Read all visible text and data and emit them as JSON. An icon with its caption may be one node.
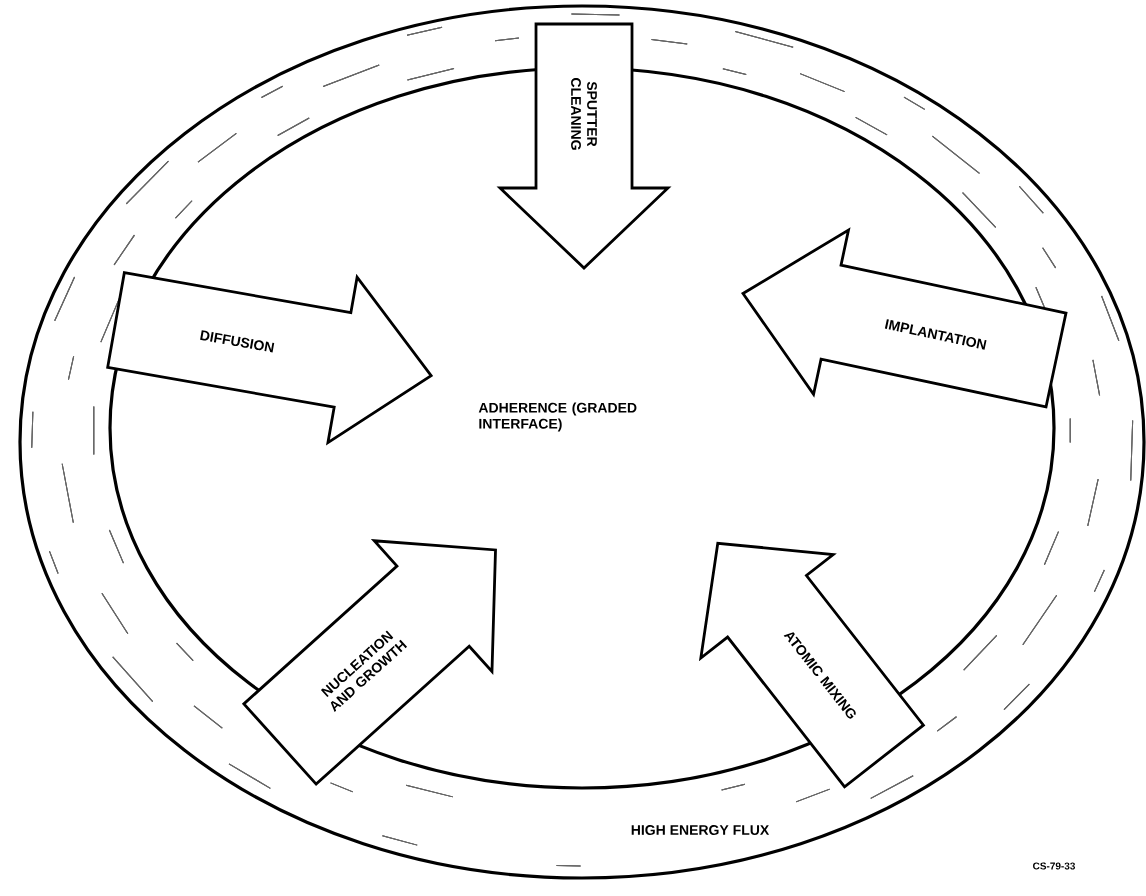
{
  "diagram": {
    "nodes": [
      {
        "text": [
          "HIGH ENERGY FLUX"
        ]
      },
      {
        "text": [
          "SPUTTER CLEANING"
        ],
        "in": 0
      },
      {
        "text": [
          "DIFFUSION"
        ],
        "in": 0
      },
      {
        "text": [
          "IMPLANTATION"
        ],
        "in": 0
      },
      {
        "text": [
          "NUCLEATION AND GROWTH"
        ],
        "in": 0
      },
      {
        "text": [
          "ATOMIC MIXING"
        ],
        "in": 0
      }
    ],
    "labels": [
      "ADHERENCE (GRADED INTERFACE)",
      "CS-79-33"
    ]
  }
}
